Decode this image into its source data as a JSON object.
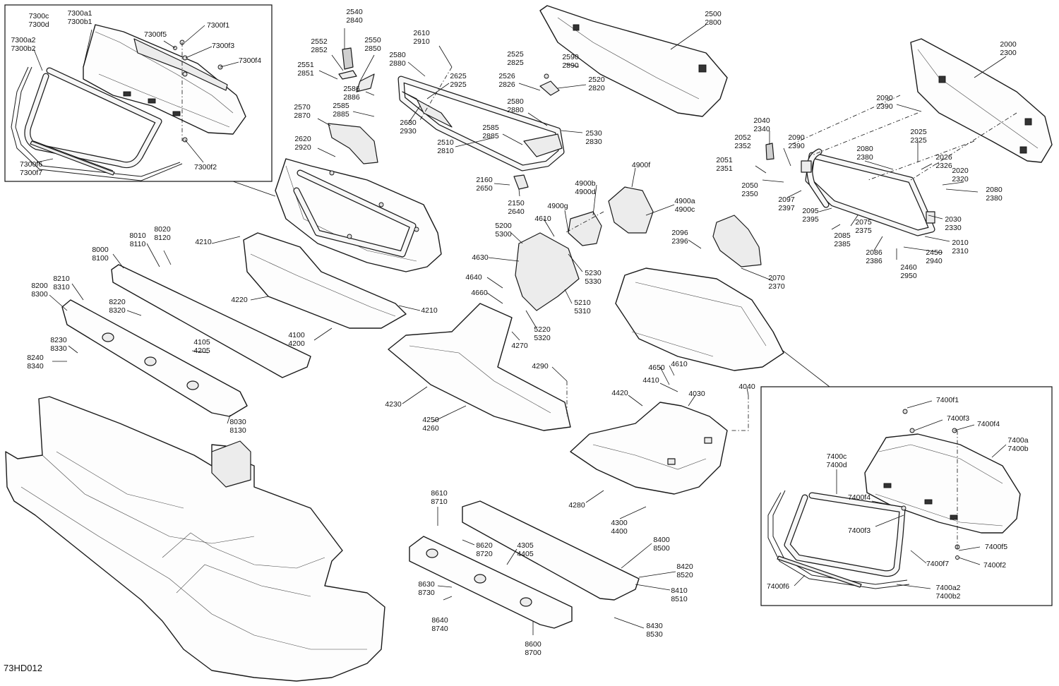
{
  "figure_id": "73HD012",
  "labels": [
    {
      "id": "l-7300c",
      "lines": [
        "7300c",
        "7300d"
      ]
    },
    {
      "id": "l-7300a1",
      "lines": [
        "7300a1",
        "7300b1"
      ]
    },
    {
      "id": "l-7300f5",
      "lines": [
        "7300f5"
      ]
    },
    {
      "id": "l-7300f1",
      "lines": [
        "7300f1"
      ]
    },
    {
      "id": "l-7300a2",
      "lines": [
        "7300a2",
        "7300b2"
      ]
    },
    {
      "id": "l-7300f3",
      "lines": [
        "7300f3"
      ]
    },
    {
      "id": "l-7300f4",
      "lines": [
        "7300f4"
      ]
    },
    {
      "id": "l-7300f6",
      "lines": [
        "7300f6",
        "7300f7"
      ]
    },
    {
      "id": "l-7300f2",
      "lines": [
        "7300f2"
      ]
    },
    {
      "id": "l-2540",
      "lines": [
        "2540",
        "2840"
      ]
    },
    {
      "id": "l-2552",
      "lines": [
        "2552",
        "2852"
      ]
    },
    {
      "id": "l-2550",
      "lines": [
        "2550",
        "2850"
      ]
    },
    {
      "id": "l-2551",
      "lines": [
        "2551",
        "2851"
      ]
    },
    {
      "id": "l-2610",
      "lines": [
        "2610",
        "2910"
      ]
    },
    {
      "id": "l-2580a",
      "lines": [
        "2580",
        "2880"
      ]
    },
    {
      "id": "l-2586",
      "lines": [
        "2586",
        "2886"
      ]
    },
    {
      "id": "l-2625",
      "lines": [
        "2625",
        "2925"
      ]
    },
    {
      "id": "l-2570",
      "lines": [
        "2570",
        "2870"
      ]
    },
    {
      "id": "l-2585a",
      "lines": [
        "2585",
        "2885"
      ]
    },
    {
      "id": "l-2630",
      "lines": [
        "2630",
        "2930"
      ]
    },
    {
      "id": "l-2620",
      "lines": [
        "2620",
        "2920"
      ]
    },
    {
      "id": "l-2510",
      "lines": [
        "2510",
        "2810"
      ]
    },
    {
      "id": "l-2585b",
      "lines": [
        "2585",
        "2885"
      ]
    },
    {
      "id": "l-2500",
      "lines": [
        "2500",
        "2800"
      ]
    },
    {
      "id": "l-2525",
      "lines": [
        "2525",
        "2825"
      ]
    },
    {
      "id": "l-2590",
      "lines": [
        "2590",
        "2890"
      ]
    },
    {
      "id": "l-2526",
      "lines": [
        "2526",
        "2826"
      ]
    },
    {
      "id": "l-2520",
      "lines": [
        "2520",
        "2820"
      ]
    },
    {
      "id": "l-2580b",
      "lines": [
        "2580",
        "2880"
      ]
    },
    {
      "id": "l-2530",
      "lines": [
        "2530",
        "2830"
      ]
    },
    {
      "id": "l-2160",
      "lines": [
        "2160",
        "2650"
      ]
    },
    {
      "id": "l-2150",
      "lines": [
        "2150",
        "2640"
      ]
    },
    {
      "id": "l-2000",
      "lines": [
        "2000",
        "2300"
      ]
    },
    {
      "id": "l-2090a",
      "lines": [
        "2090",
        "2390"
      ]
    },
    {
      "id": "l-2040",
      "lines": [
        "2040",
        "2340"
      ]
    },
    {
      "id": "l-2090b",
      "lines": [
        "2090",
        "2390"
      ]
    },
    {
      "id": "l-2025",
      "lines": [
        "2025",
        "2325"
      ]
    },
    {
      "id": "l-2052",
      "lines": [
        "2052",
        "2352"
      ]
    },
    {
      "id": "l-2080a",
      "lines": [
        "2080",
        "2380"
      ]
    },
    {
      "id": "l-2026",
      "lines": [
        "2026",
        "2326"
      ]
    },
    {
      "id": "l-2051",
      "lines": [
        "2051",
        "2351"
      ]
    },
    {
      "id": "l-2020",
      "lines": [
        "2020",
        "2320"
      ]
    },
    {
      "id": "l-2050",
      "lines": [
        "2050",
        "2350"
      ]
    },
    {
      "id": "l-2080b",
      "lines": [
        "2080",
        "2380"
      ]
    },
    {
      "id": "l-2097",
      "lines": [
        "2097",
        "2397"
      ]
    },
    {
      "id": "l-2095",
      "lines": [
        "2095",
        "2395"
      ]
    },
    {
      "id": "l-2075",
      "lines": [
        "2075",
        "2375"
      ]
    },
    {
      "id": "l-2030",
      "lines": [
        "2030",
        "2330"
      ]
    },
    {
      "id": "l-2085",
      "lines": [
        "2085",
        "2385"
      ]
    },
    {
      "id": "l-2010",
      "lines": [
        "2010",
        "2310"
      ]
    },
    {
      "id": "l-2086",
      "lines": [
        "2086",
        "2386"
      ]
    },
    {
      "id": "l-2450",
      "lines": [
        "2450",
        "2940"
      ]
    },
    {
      "id": "l-2460",
      "lines": [
        "2460",
        "2950"
      ]
    },
    {
      "id": "l-2096",
      "lines": [
        "2096",
        "2396"
      ]
    },
    {
      "id": "l-2070",
      "lines": [
        "2070",
        "2370"
      ]
    },
    {
      "id": "l-4900f",
      "lines": [
        "4900f"
      ]
    },
    {
      "id": "l-4900b",
      "lines": [
        "4900b",
        "4900d"
      ]
    },
    {
      "id": "l-4900a",
      "lines": [
        "4900a",
        "4900c"
      ]
    },
    {
      "id": "l-4900g",
      "lines": [
        "4900g"
      ]
    },
    {
      "id": "l-4610a",
      "lines": [
        "4610"
      ]
    },
    {
      "id": "l-5200",
      "lines": [
        "5200",
        "5300"
      ]
    },
    {
      "id": "l-4630",
      "lines": [
        "4630"
      ]
    },
    {
      "id": "l-5230",
      "lines": [
        "5230",
        "5330"
      ]
    },
    {
      "id": "l-4640",
      "lines": [
        "4640"
      ]
    },
    {
      "id": "l-4660",
      "lines": [
        "4660"
      ]
    },
    {
      "id": "l-5210",
      "lines": [
        "5210",
        "5310"
      ]
    },
    {
      "id": "l-5220",
      "lines": [
        "5220",
        "5320"
      ]
    },
    {
      "id": "l-4270",
      "lines": [
        "4270"
      ]
    },
    {
      "id": "l-4210a",
      "lines": [
        "4210"
      ]
    },
    {
      "id": "l-4220",
      "lines": [
        "4220"
      ]
    },
    {
      "id": "l-4210b",
      "lines": [
        "4210"
      ]
    },
    {
      "id": "l-4100",
      "lines": [
        "4100",
        "4200"
      ]
    },
    {
      "id": "l-4105",
      "lines": [
        "4105",
        "4205"
      ]
    },
    {
      "id": "l-4290",
      "lines": [
        "4290"
      ]
    },
    {
      "id": "l-4230",
      "lines": [
        "4230"
      ]
    },
    {
      "id": "l-4250",
      "lines": [
        "4250",
        "4260"
      ]
    },
    {
      "id": "l-4650",
      "lines": [
        "4650"
      ]
    },
    {
      "id": "l-4610b",
      "lines": [
        "4610"
      ]
    },
    {
      "id": "l-4410",
      "lines": [
        "4410"
      ]
    },
    {
      "id": "l-4030",
      "lines": [
        "4030"
      ]
    },
    {
      "id": "l-4040",
      "lines": [
        "4040"
      ]
    },
    {
      "id": "l-4420",
      "lines": [
        "4420"
      ]
    },
    {
      "id": "l-4280",
      "lines": [
        "4280"
      ]
    },
    {
      "id": "l-4300",
      "lines": [
        "4300",
        "4400"
      ]
    },
    {
      "id": "l-8010",
      "lines": [
        "8010",
        "8110"
      ]
    },
    {
      "id": "l-8020",
      "lines": [
        "8020",
        "8120"
      ]
    },
    {
      "id": "l-8000",
      "lines": [
        "8000",
        "8100"
      ]
    },
    {
      "id": "l-8210",
      "lines": [
        "8210",
        "8310"
      ]
    },
    {
      "id": "l-8200",
      "lines": [
        "8200",
        "8300"
      ]
    },
    {
      "id": "l-8220",
      "lines": [
        "8220",
        "8320"
      ]
    },
    {
      "id": "l-8230",
      "lines": [
        "8230",
        "8330"
      ]
    },
    {
      "id": "l-8240",
      "lines": [
        "8240",
        "8340"
      ]
    },
    {
      "id": "l-8030",
      "lines": [
        "8030",
        "8130"
      ]
    },
    {
      "id": "l-8610",
      "lines": [
        "8610",
        "8710"
      ]
    },
    {
      "id": "l-8620",
      "lines": [
        "8620",
        "8720"
      ]
    },
    {
      "id": "l-4305",
      "lines": [
        "4305",
        "4405"
      ]
    },
    {
      "id": "l-8630",
      "lines": [
        "8630",
        "8730"
      ]
    },
    {
      "id": "l-8640",
      "lines": [
        "8640",
        "8740"
      ]
    },
    {
      "id": "l-8600",
      "lines": [
        "8600",
        "8700"
      ]
    },
    {
      "id": "l-8400",
      "lines": [
        "8400",
        "8500"
      ]
    },
    {
      "id": "l-8420",
      "lines": [
        "8420",
        "8520"
      ]
    },
    {
      "id": "l-8410",
      "lines": [
        "8410",
        "8510"
      ]
    },
    {
      "id": "l-8430",
      "lines": [
        "8430",
        "8530"
      ]
    },
    {
      "id": "l-7400f1",
      "lines": [
        "7400f1"
      ]
    },
    {
      "id": "l-7400f3a",
      "lines": [
        "7400f3"
      ]
    },
    {
      "id": "l-7400f4a",
      "lines": [
        "7400f4"
      ]
    },
    {
      "id": "l-7400a",
      "lines": [
        "7400a",
        "7400b"
      ]
    },
    {
      "id": "l-7400c",
      "lines": [
        "7400c",
        "7400d"
      ]
    },
    {
      "id": "l-7400f4b",
      "lines": [
        "7400f4"
      ]
    },
    {
      "id": "l-7400f3b",
      "lines": [
        "7400f3"
      ]
    },
    {
      "id": "l-7400f5",
      "lines": [
        "7400f5"
      ]
    },
    {
      "id": "l-7400f7",
      "lines": [
        "7400f7"
      ]
    },
    {
      "id": "l-7400f2",
      "lines": [
        "7400f2"
      ]
    },
    {
      "id": "l-7400f6",
      "lines": [
        "7400f6"
      ]
    },
    {
      "id": "l-7400a2",
      "lines": [
        "7400a2",
        "7400b2"
      ]
    }
  ]
}
